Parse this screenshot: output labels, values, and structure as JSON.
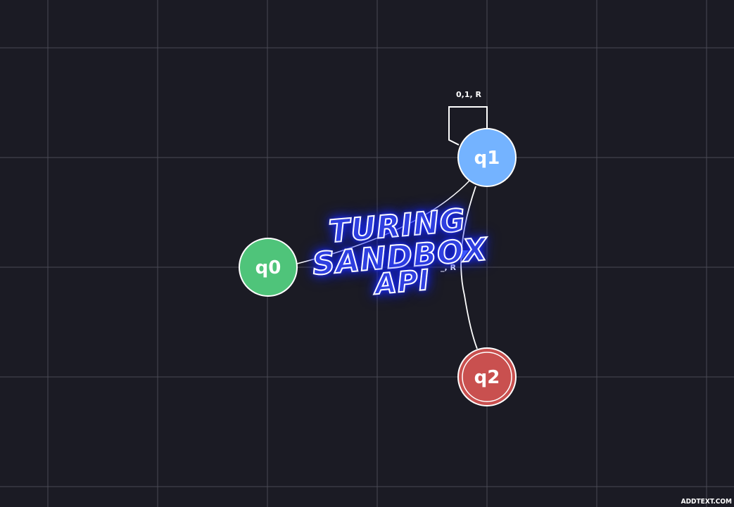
{
  "diagram": {
    "title_line1": "TURING SANDBOX",
    "title_line2": "API",
    "states": [
      {
        "id": "q0",
        "label": "q0",
        "role": "start",
        "color": "#4fc47a"
      },
      {
        "id": "q1",
        "label": "q1",
        "role": "normal",
        "color": "#74b3ff"
      },
      {
        "id": "q2",
        "label": "q2",
        "role": "accept",
        "color": "#c9504f"
      }
    ],
    "transitions": [
      {
        "from": "q1",
        "to": "q1",
        "label": "0,1, R"
      },
      {
        "from": "q1",
        "to": "q2",
        "label": "_, R"
      },
      {
        "from": "q1",
        "to": "q0",
        "label": ""
      }
    ],
    "colors": {
      "background": "#1b1b24",
      "grid": "#4a4a55",
      "edge": "#ffffff",
      "arrow": "#8ab8ff"
    }
  },
  "watermark": "ADDTEXT.COM"
}
